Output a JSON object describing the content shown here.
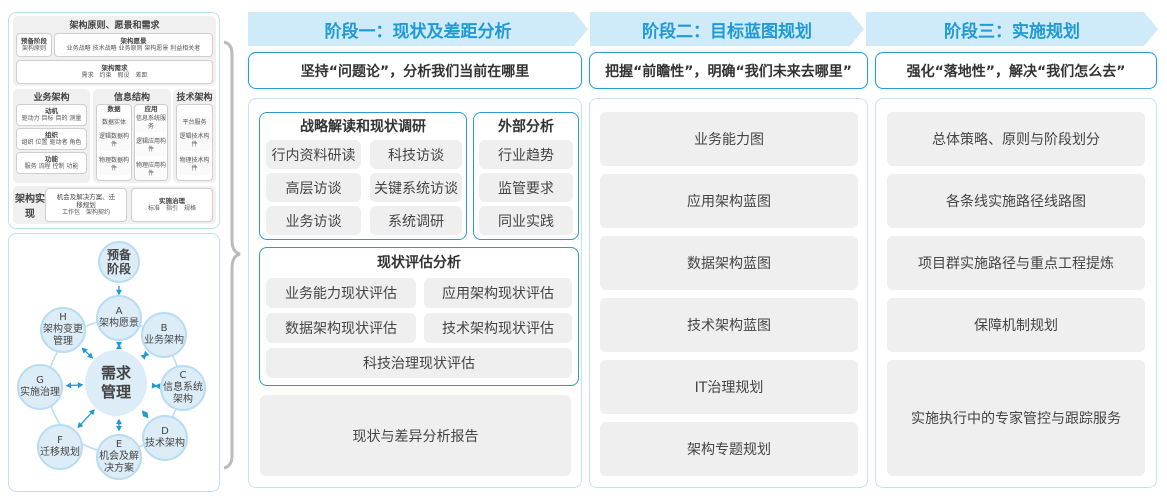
{
  "left": {
    "title": "架构原则、愿景和需求",
    "prelim": {
      "title": "预备阶段",
      "items": "架构原则"
    },
    "vision": {
      "title": "架构愿景",
      "items": "业务战略 技术战略 业务原则 架构愿景 利益相关者"
    },
    "req": {
      "title": "架构需求",
      "items": "需求　约束　假设　差距"
    },
    "biz": {
      "title": "业务架构",
      "boxes": [
        {
          "title": "动机",
          "items": "驱动力 目标 目的 测量"
        },
        {
          "title": "组织",
          "items": "组织 位置 驱动者 角色"
        },
        {
          "title": "功能",
          "items": "服务 流程 控制 功能"
        }
      ]
    },
    "info": {
      "title": "信息结构",
      "data": {
        "title": "数据",
        "items": [
          "数据实体",
          "逻辑数据构件",
          "物理数据构件"
        ]
      },
      "app": {
        "title": "应用",
        "items": [
          "信息系统服务",
          "逻辑应用构件",
          "物理应用构件"
        ]
      }
    },
    "tech": {
      "title": "技术架构",
      "items": [
        "平台服务",
        "逻辑技术构件",
        "物理技术构件"
      ]
    },
    "impl": {
      "title": "架构实现",
      "opp": {
        "title": "机会及解决方案、迁移规划",
        "items": "工作包　架构契约"
      },
      "gov": {
        "title": "实施治理",
        "items": "标准　指引　规格"
      }
    }
  },
  "cycle": {
    "center": "需求管理",
    "nodes": [
      {
        "id": "prelim",
        "letter": "",
        "label": "预备阶段"
      },
      {
        "id": "a",
        "letter": "A",
        "label": "架构愿景"
      },
      {
        "id": "b",
        "letter": "B",
        "label": "业务架构"
      },
      {
        "id": "c",
        "letter": "C",
        "label": "信息系统架构"
      },
      {
        "id": "d",
        "letter": "D",
        "label": "技术架构"
      },
      {
        "id": "e",
        "letter": "E",
        "label": "机会及解决方案"
      },
      {
        "id": "f",
        "letter": "F",
        "label": "迁移规划"
      },
      {
        "id": "g",
        "letter": "G",
        "label": "实施治理"
      },
      {
        "id": "h",
        "letter": "H",
        "label": "架构变更管理"
      }
    ],
    "arrow_color": "#1f9ad6"
  },
  "stages": [
    {
      "title": "阶段一：现状及差距分析",
      "subtitle": "坚持“问题论”，分析我们当前在哪里"
    },
    {
      "title": "阶段二：目标蓝图规划",
      "subtitle": "把握“前瞻性”，明确“我们未来去哪里”"
    },
    {
      "title": "阶段三：实施规划",
      "subtitle": "强化“落地性”，解决“我们怎么去”"
    }
  ],
  "stage1": {
    "strategy": {
      "title": "战略解读和现状调研",
      "items": [
        "行内资料研读",
        "科技访谈",
        "高层访谈",
        "关键系统访谈",
        "业务访谈",
        "系统调研"
      ]
    },
    "external": {
      "title": "外部分析",
      "items": [
        "行业趋势",
        "监管要求",
        "同业实践"
      ]
    },
    "assess": {
      "title": "现状评估分析",
      "items": [
        "业务能力现状评估",
        "应用架构现状评估",
        "数据架构现状评估",
        "技术架构现状评估",
        "科技治理现状评估"
      ]
    },
    "report": "现状与差异分析报告"
  },
  "stage2": {
    "items": [
      "业务能力图",
      "应用架构蓝图",
      "数据架构蓝图",
      "技术架构蓝图",
      "IT治理规划",
      "架构专题规划"
    ]
  },
  "stage3": {
    "items": [
      "总体策略、原则与阶段划分",
      "各条线实施路径线路图",
      "项目群实施路径与重点工程提炼",
      "保障机制规划",
      "实施执行中的专家管控与跟踪服务"
    ]
  },
  "colors": {
    "accent": "#1f9ad6",
    "stage_bg": "#cfeaf9",
    "item_bg": "#efefef"
  }
}
